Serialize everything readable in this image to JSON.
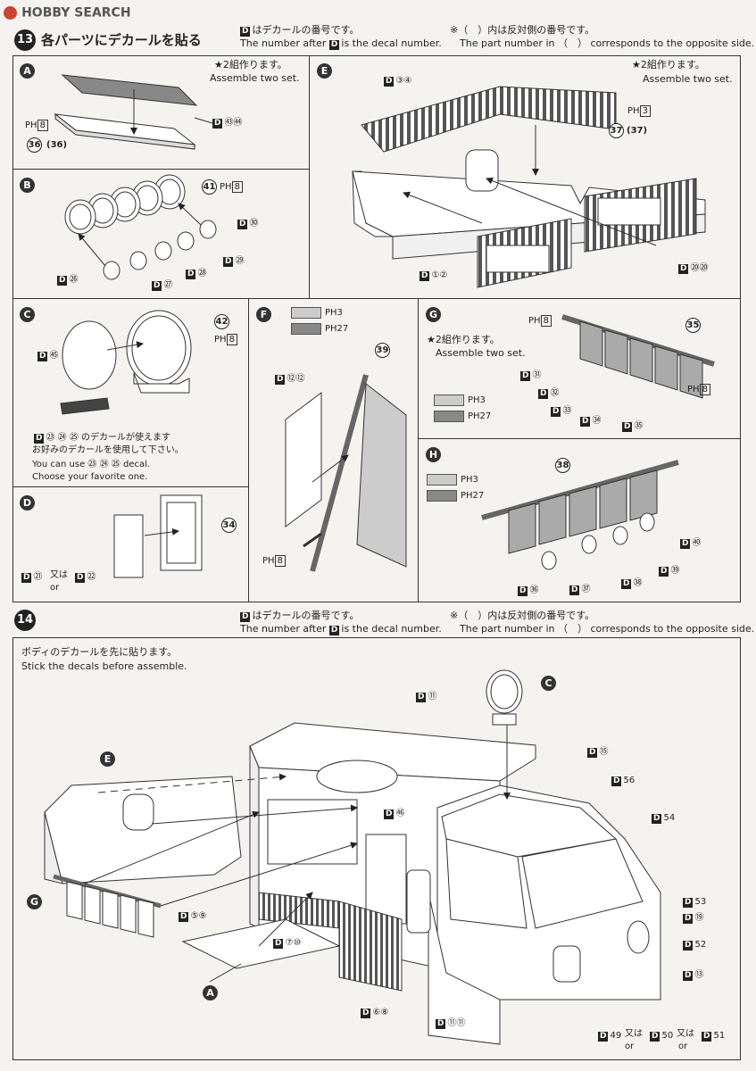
{
  "logo": {
    "text": "HOBBY SEARCH"
  },
  "step13": {
    "number": "13",
    "title": "各パーツにデカールを貼る",
    "decal_jp": "はデカールの番号です。",
    "decal_en_pre": "The number after",
    "decal_en_post": "is the decal number.",
    "opp_jp": "※（　）内は反対側の番号です。",
    "opp_en": "The part number in （　） corresponds to the opposite side.",
    "d": "D"
  },
  "panelA": {
    "badge": "A",
    "star_jp": "★2組作ります。",
    "star_en": "Assemble two set.",
    "decal": "㊸㊹",
    "ph": "PH",
    "ph_num": "8",
    "part": "36",
    "part2": "(36)"
  },
  "panelB": {
    "badge": "B",
    "part": "41",
    "ph": "PH",
    "ph_num": "8",
    "d30": "㉚",
    "d29": "㉙",
    "d28": "㉘",
    "d27": "㉗",
    "d26": "㉖"
  },
  "panelC": {
    "badge": "C",
    "part": "42",
    "ph": "PH",
    "ph_num": "8",
    "d45": "㊺",
    "line1": "㉓ ㉔ ㉕ のデカールが使えます",
    "line2": "お好みのデカールを使用して下さい。",
    "line3": "You can use ㉓ ㉔ ㉕ decal.",
    "line4": "Choose your favorite one."
  },
  "panelD": {
    "badge": "D",
    "part": "34",
    "d21": "㉑",
    "mata": "又は",
    "or": "or",
    "d22": "㉒"
  },
  "panelE": {
    "badge": "E",
    "star_jp": "★2組作ります。",
    "star_en": "Assemble two set.",
    "d34": "③④",
    "ph": "PH",
    "ph_num": "3",
    "part": "37",
    "part2": "(37)",
    "d12": "①②",
    "d20": "⑳⑳"
  },
  "panelF": {
    "badge": "F",
    "c1": "PH3",
    "c2": "PH27",
    "d12": "⑫⑫",
    "part": "39",
    "ph": "PH",
    "ph_num": "8"
  },
  "panelG": {
    "badge": "G",
    "ph": "PH",
    "ph_num": "8",
    "part": "35",
    "star_jp": "★2組作ります。",
    "star_en": "Assemble two set.",
    "c1": "PH3",
    "c2": "PH27",
    "d31": "㉛",
    "d32": "㉜",
    "d33": "㉝",
    "d34": "㉞",
    "d35": "㉟",
    "ph2": "PH",
    "ph2_num": "8"
  },
  "panelH": {
    "badge": "H",
    "c1": "PH3",
    "c2": "PH27",
    "part": "38",
    "d40": "㊵",
    "d39": "㊴",
    "d38": "㊳",
    "d37": "㊲",
    "d36": "㊱"
  },
  "step14": {
    "number": "14",
    "decal_jp": "はデカールの番号です。",
    "decal_en_pre": "The number after",
    "decal_en_post": "is the decal number.",
    "opp_jp": "※（　）内は反対側の番号です。",
    "opp_en": "The part number in （　） corresponds to the opposite side.",
    "note_jp": "ボディのデカールを先に貼ります。",
    "note_en": "Stick the decals before assemble.",
    "labels": {
      "d11": "⑪",
      "c": "C",
      "d15": "⑮",
      "d56": "56",
      "e": "E",
      "d54": "54",
      "d46": "㊻",
      "g": "G",
      "d5": "⑤⑨",
      "d7": "⑦⑩",
      "d53": "53",
      "d19": "⑲",
      "d52": "52",
      "d13": "⑬",
      "a": "A",
      "d6": "⑥⑧",
      "d1111": "⑪⑪",
      "d49": "49",
      "mata1": "又は",
      "or1": "or",
      "d50": "50",
      "mata2": "又は",
      "or2": "or",
      "d51": "51"
    }
  }
}
